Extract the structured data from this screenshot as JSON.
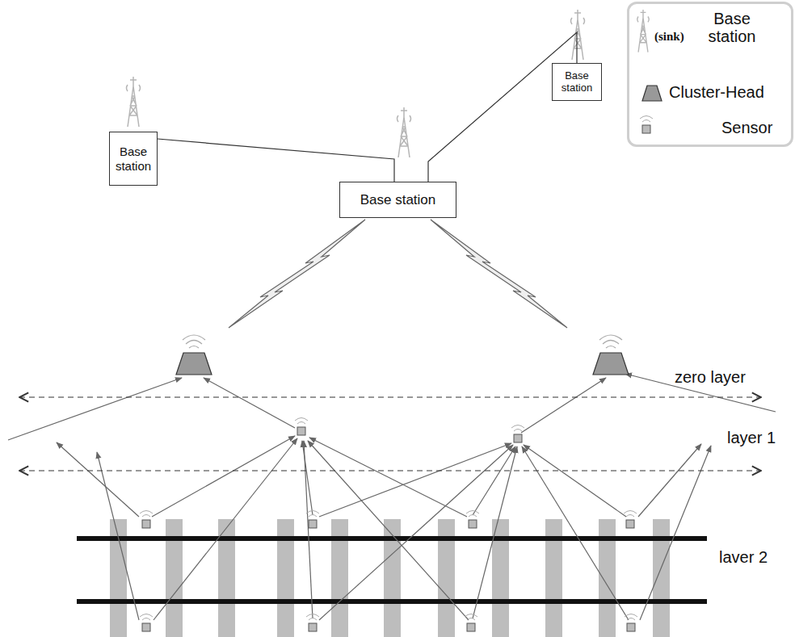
{
  "diagram": {
    "nodes": [
      {
        "text": [
          "Base station"
        ]
      },
      {
        "text": [
          "Base station"
        ]
      },
      {
        "text": [
          "Base station"
        ]
      }
    ],
    "edges": [
      {
        "from": 1,
        "to": 2,
        "arrow": "none"
      },
      {
        "from": 0,
        "to": 2,
        "arrow": "none"
      }
    ],
    "labels": [
      "(sink)",
      "zero layer",
      "layer 1",
      "laver 2"
    ],
    "legend": [
      {
        "text": "Base station"
      },
      {
        "text": "Cluster-Head"
      },
      {
        "text": "Sensor"
      }
    ]
  }
}
